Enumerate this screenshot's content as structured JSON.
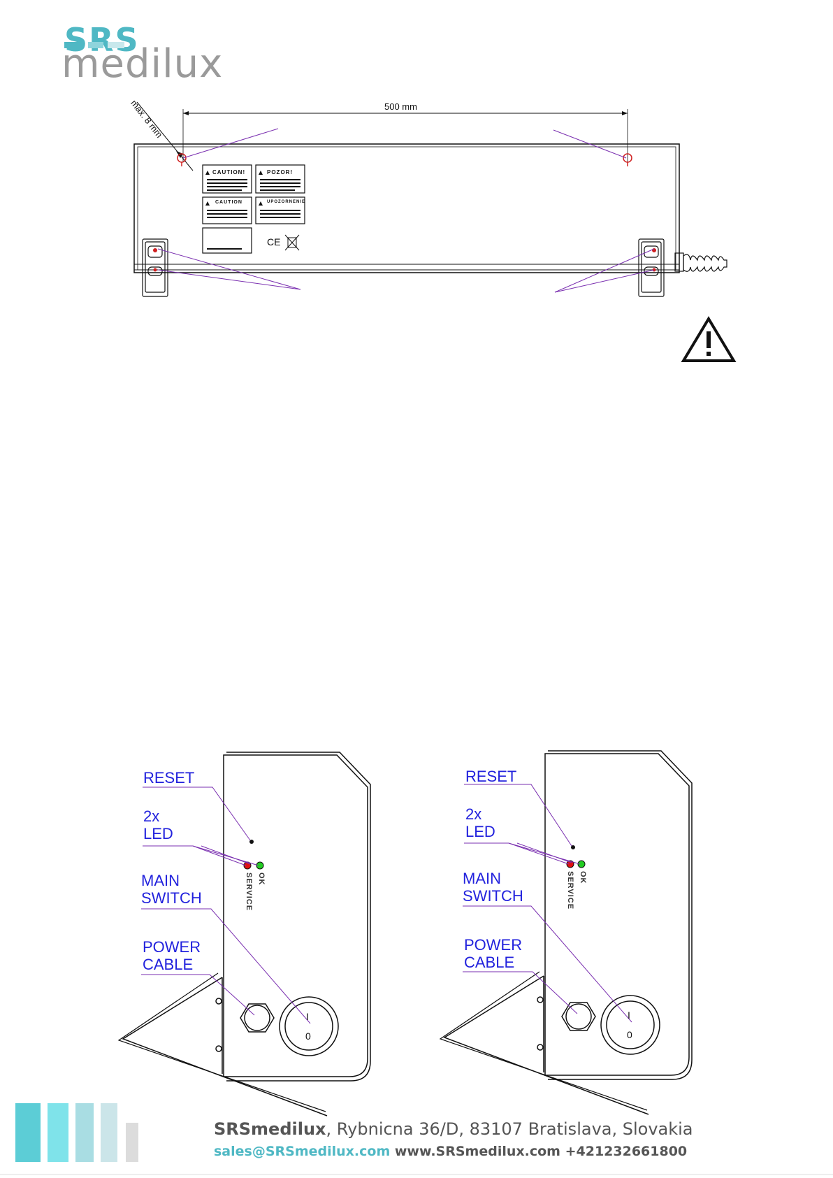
{
  "logo": {
    "line1": "SRS",
    "line2": "medilux"
  },
  "dimensions": {
    "width": "500 mm",
    "depth": "max. 8 mm"
  },
  "labels_panel": {
    "caution": "CAUTION!",
    "pozor": "POZOR!",
    "caution2": "CAUTION",
    "upozornenie": "UPOZORNENIE",
    "ce": "CE"
  },
  "warning_icon": "warning-triangle-icon",
  "side_view": {
    "reset": "RESET",
    "led": "2x\nLED",
    "main_switch": "MAIN\nSWITCH",
    "power_cable": "POWER\nCABLE",
    "service": "SERVICE",
    "ok": "OK",
    "switch_on": "I",
    "switch_off": "0"
  },
  "footer": {
    "company": "SRSmedilux",
    "address": ", Rybnicna 36/D, 83107 Bratislava, Slovakia",
    "email": "sales@SRSmedilux.com",
    "web_phone": " www.SRSmedilux.com +421232661800"
  },
  "colors": {
    "teal": "#4fb8c4",
    "grey": "#9a9a9a",
    "label_blue": "#2222dd",
    "led_red": "#e01010",
    "led_green": "#22cc22",
    "leader_purple": "#7a2fb0"
  }
}
